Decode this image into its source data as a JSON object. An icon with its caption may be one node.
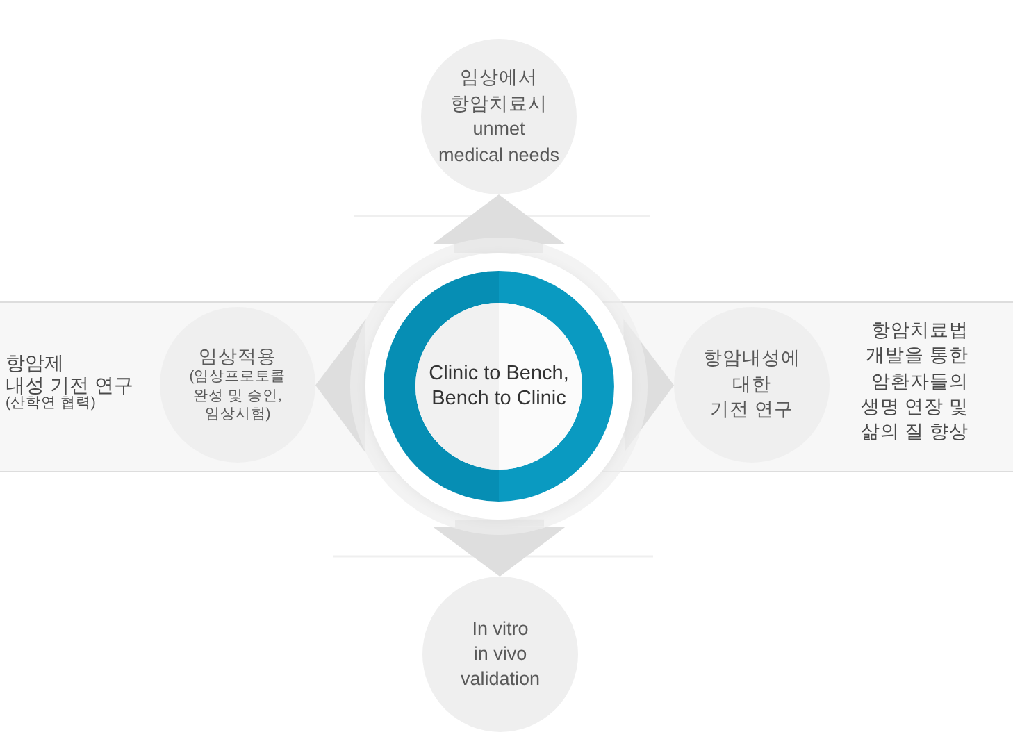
{
  "diagram": {
    "nodes": [
      {
        "text": [
          "임상에서 항암치료시 unmet medical needs"
        ]
      },
      {
        "text": [
          "임상적용",
          "(임상프로토콜 완성 및 승인, 임상시험)"
        ]
      },
      {
        "text": [
          "Clinic to Bench, Bench to Clinic"
        ]
      },
      {
        "text": [
          "항암내성에 대한 기전 연구"
        ]
      },
      {
        "text": [
          "In vitro in vivo validation"
        ]
      }
    ],
    "edges": [
      {
        "from": 2,
        "to": 0,
        "arrow": "to"
      },
      {
        "from": 2,
        "to": 1,
        "arrow": "to"
      },
      {
        "from": 2,
        "to": 3,
        "arrow": "to"
      },
      {
        "from": 2,
        "to": 4,
        "arrow": "to"
      }
    ],
    "labels": [
      "항암제 내성 기전 연구",
      "(산학연 협력)",
      "항암치료법 개발을 통한 암환자들의 생명 연장 및 삶의 질 향상"
    ]
  }
}
